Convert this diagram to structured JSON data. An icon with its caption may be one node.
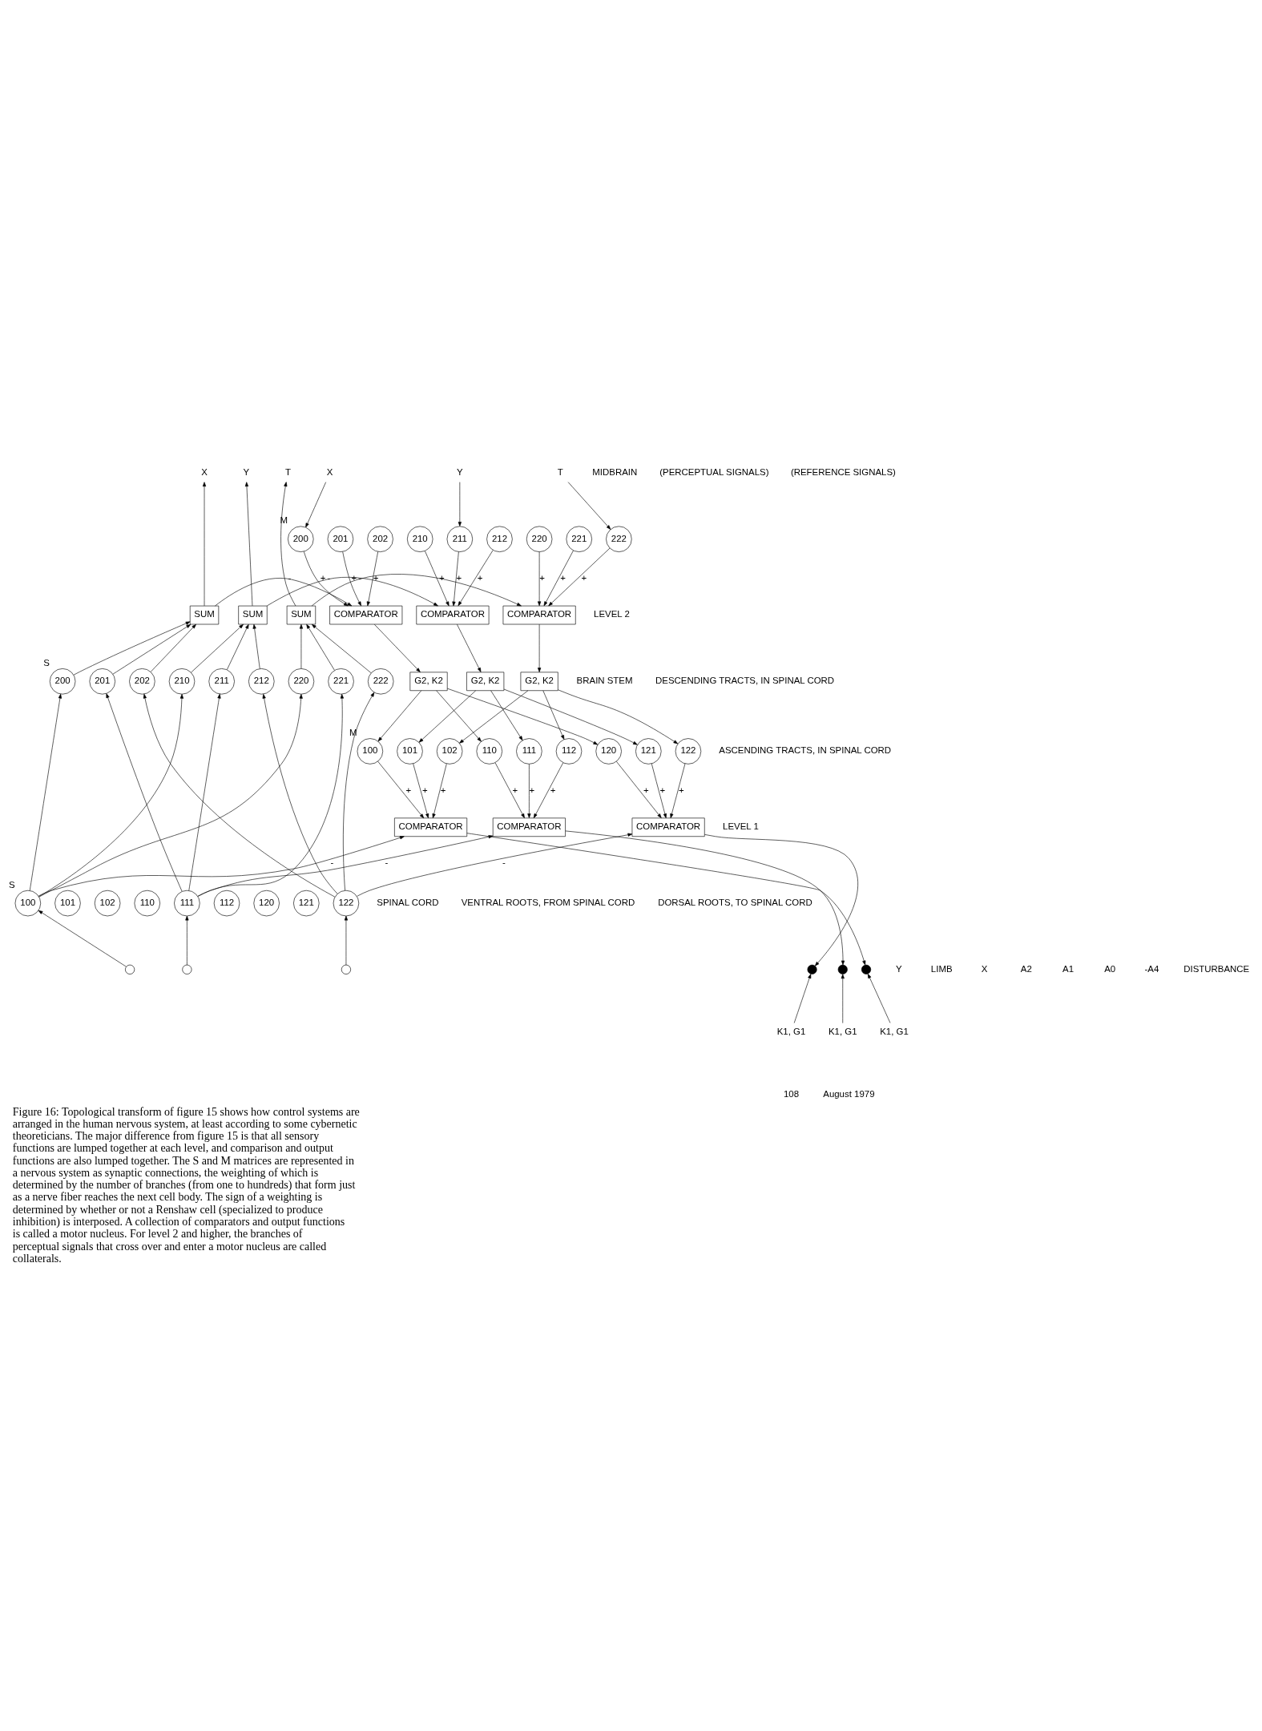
{
  "diagram": {
    "caption": "Figure 16: Topological transform of figure 15 shows how control systems are arranged in the human nervous system, at least according to some cybernetic theoreticians. The major difference from figure 15 is that all sensory functions are lumped together at each level, and comparison and output functions are also lumped together. The S and M matrices are represented in a nervous system as synaptic connections, the weighting of which is determined by the number of branches (from one to hundreds) that form just as a nerve fiber reaches the next cell body. The sign of a weighting is determined by whether or not a Renshaw cell (specialized to produce inhibition) is interposed. A collection of comparators and output functions is called a motor nucleus. For level 2 and higher, the branches of perceptual signals that cross over and enter a motor nucleus are called collaterals.",
    "nodes": [
      {
        "text": [
          "X"
        ]
      },
      {
        "text": [
          "Y"
        ]
      },
      {
        "text": [
          "T"
        ]
      },
      {
        "text": [
          "X"
        ]
      },
      {
        "text": [
          "Y"
        ]
      },
      {
        "text": [
          "T"
        ]
      },
      {
        "text": [
          "200"
        ],
        "beside": [
          "M"
        ]
      },
      {
        "text": [
          "201"
        ]
      },
      {
        "text": [
          "202"
        ]
      },
      {
        "text": [
          "210"
        ]
      },
      {
        "text": [
          "211"
        ]
      },
      {
        "text": [
          "212"
        ]
      },
      {
        "text": [
          "220"
        ]
      },
      {
        "text": [
          "221"
        ]
      },
      {
        "text": [
          "222"
        ]
      },
      {
        "text": [
          "COMPARATOR"
        ]
      },
      {
        "text": [
          "COMPARATOR"
        ]
      },
      {
        "text": [
          "COMPARATOR"
        ]
      },
      {
        "text": [
          "G2, K2"
        ]
      },
      {
        "text": [
          "G2, K2"
        ]
      },
      {
        "text": [
          "G2, K2"
        ]
      },
      {
        "text": [
          "SUM"
        ]
      },
      {
        "text": [
          "SUM"
        ]
      },
      {
        "text": [
          "SUM"
        ]
      },
      {
        "text": [
          "200"
        ],
        "beside": [
          "S"
        ]
      },
      {
        "text": [
          "201"
        ]
      },
      {
        "text": [
          "202"
        ]
      },
      {
        "text": [
          "210"
        ]
      },
      {
        "text": [
          "211"
        ]
      },
      {
        "text": [
          "212"
        ]
      },
      {
        "text": [
          "220"
        ]
      },
      {
        "text": [
          "221"
        ]
      },
      {
        "text": [
          "222"
        ]
      },
      {
        "text": [
          "100"
        ],
        "beside": [
          "M"
        ]
      },
      {
        "text": [
          "101"
        ]
      },
      {
        "text": [
          "102"
        ]
      },
      {
        "text": [
          "110"
        ]
      },
      {
        "text": [
          "111"
        ]
      },
      {
        "text": [
          "112"
        ]
      },
      {
        "text": [
          "120"
        ]
      },
      {
        "text": [
          "121"
        ]
      },
      {
        "text": [
          "122"
        ]
      },
      {
        "text": [
          "COMPARATOR"
        ]
      },
      {
        "text": [
          "COMPARATOR"
        ]
      },
      {
        "text": [
          "COMPARATOR"
        ]
      },
      {
        "text": [
          "100"
        ],
        "beside": [
          "S"
        ]
      },
      {
        "text": [
          "101"
        ]
      },
      {
        "text": [
          "102"
        ]
      },
      {
        "text": [
          "110"
        ]
      },
      {
        "text": [
          "111"
        ]
      },
      {
        "text": [
          "112"
        ]
      },
      {
        "text": [
          "120"
        ]
      },
      {
        "text": [
          "121"
        ]
      },
      {
        "text": [
          "122"
        ]
      },
      {
        "text": [],
        "shape": "circle"
      },
      {
        "text": [],
        "shape": "circle"
      },
      {
        "text": [],
        "shape": "circle"
      },
      {
        "text": [],
        "shape": "circle"
      },
      {
        "text": [],
        "shape": "circle"
      },
      {
        "text": [],
        "shape": "circle"
      },
      {
        "text": [
          "K1, G1"
        ]
      },
      {
        "text": [
          "K1, G1"
        ]
      },
      {
        "text": [
          "K1, G1"
        ]
      }
    ],
    "edges": [
      {
        "from": 21,
        "to": 0,
        "arrow": "to"
      },
      {
        "from": 22,
        "to": 1,
        "arrow": "to"
      },
      {
        "from": 23,
        "to": 2,
        "arrow": "to"
      },
      {
        "from": 3,
        "to": 6,
        "arrow": "to"
      },
      {
        "from": 4,
        "to": 10,
        "arrow": "to"
      },
      {
        "from": 5,
        "to": 14,
        "arrow": "to"
      },
      {
        "from": 6,
        "to": 15,
        "arrow": "to",
        "label": "+"
      },
      {
        "from": 7,
        "to": 15,
        "arrow": "to",
        "label": "+"
      },
      {
        "from": 8,
        "to": 15,
        "arrow": "to",
        "label": "+"
      },
      {
        "from": 9,
        "to": 16,
        "arrow": "to",
        "label": "+"
      },
      {
        "from": 10,
        "to": 16,
        "arrow": "to",
        "label": "+"
      },
      {
        "from": 11,
        "to": 16,
        "arrow": "to",
        "label": "+"
      },
      {
        "from": 12,
        "to": 17,
        "arrow": "to",
        "label": "+"
      },
      {
        "from": 13,
        "to": 17,
        "arrow": "to",
        "label": "+"
      },
      {
        "from": 14,
        "to": 17,
        "arrow": "to",
        "label": "+"
      },
      {
        "from": 21,
        "to": 15,
        "arrow": "to",
        "label": "-"
      },
      {
        "from": 22,
        "to": 16,
        "arrow": "to",
        "label": "-"
      },
      {
        "from": 23,
        "to": 17,
        "arrow": "to",
        "label": "-"
      },
      {
        "from": 15,
        "to": 18,
        "arrow": "to"
      },
      {
        "from": 16,
        "to": 19,
        "arrow": "to"
      },
      {
        "from": 17,
        "to": 20,
        "arrow": "to"
      },
      {
        "from": 24,
        "to": 21,
        "arrow": "to"
      },
      {
        "from": 25,
        "to": 21,
        "arrow": "to"
      },
      {
        "from": 26,
        "to": 21,
        "arrow": "to"
      },
      {
        "from": 27,
        "to": 22,
        "arrow": "to"
      },
      {
        "from": 28,
        "to": 22,
        "arrow": "to"
      },
      {
        "from": 29,
        "to": 22,
        "arrow": "to"
      },
      {
        "from": 30,
        "to": 23,
        "arrow": "to"
      },
      {
        "from": 31,
        "to": 23,
        "arrow": "to"
      },
      {
        "from": 32,
        "to": 23,
        "arrow": "to"
      },
      {
        "from": 18,
        "to": 33,
        "arrow": "to"
      },
      {
        "from": 18,
        "to": 36,
        "arrow": "to"
      },
      {
        "from": 18,
        "to": 39,
        "arrow": "to"
      },
      {
        "from": 19,
        "to": 34,
        "arrow": "to"
      },
      {
        "from": 19,
        "to": 37,
        "arrow": "to"
      },
      {
        "from": 19,
        "to": 40,
        "arrow": "to"
      },
      {
        "from": 20,
        "to": 35,
        "arrow": "to"
      },
      {
        "from": 20,
        "to": 38,
        "arrow": "to"
      },
      {
        "from": 20,
        "to": 41,
        "arrow": "to"
      },
      {
        "from": 33,
        "to": 42,
        "arrow": "to",
        "label": "+"
      },
      {
        "from": 34,
        "to": 42,
        "arrow": "to",
        "label": "+"
      },
      {
        "from": 35,
        "to": 42,
        "arrow": "to",
        "label": "+"
      },
      {
        "from": 36,
        "to": 43,
        "arrow": "to",
        "label": "+"
      },
      {
        "from": 37,
        "to": 43,
        "arrow": "to",
        "label": "+"
      },
      {
        "from": 38,
        "to": 43,
        "arrow": "to",
        "label": "+"
      },
      {
        "from": 39,
        "to": 44,
        "arrow": "to",
        "label": "+"
      },
      {
        "from": 40,
        "to": 44,
        "arrow": "to",
        "label": "+"
      },
      {
        "from": 41,
        "to": 44,
        "arrow": "to",
        "label": "+"
      },
      {
        "from": 45,
        "to": 42,
        "arrow": "to",
        "label": "-"
      },
      {
        "from": 49,
        "to": 43,
        "arrow": "to",
        "label": "-"
      },
      {
        "from": 53,
        "to": 44,
        "arrow": "to",
        "label": "-"
      },
      {
        "from": 45,
        "to": 24,
        "arrow": "to"
      },
      {
        "from": 45,
        "to": 27,
        "arrow": "to"
      },
      {
        "from": 45,
        "to": 30,
        "arrow": "to"
      },
      {
        "from": 49,
        "to": 25,
        "arrow": "to"
      },
      {
        "from": 49,
        "to": 28,
        "arrow": "to"
      },
      {
        "from": 49,
        "to": 31,
        "arrow": "to"
      },
      {
        "from": 53,
        "to": 26,
        "arrow": "to"
      },
      {
        "from": 53,
        "to": 29,
        "arrow": "to"
      },
      {
        "from": 53,
        "to": 32,
        "arrow": "to"
      },
      {
        "from": 42,
        "to": 59,
        "arrow": "to"
      },
      {
        "from": 43,
        "to": 58,
        "arrow": "to"
      },
      {
        "from": 44,
        "to": 57,
        "arrow": "to"
      },
      {
        "from": 54,
        "to": 45,
        "arrow": "to"
      },
      {
        "from": 55,
        "to": 49,
        "arrow": "to"
      },
      {
        "from": 56,
        "to": 53,
        "arrow": "to"
      },
      {
        "from": 60,
        "to": 57,
        "arrow": "to"
      },
      {
        "from": 61,
        "to": 58,
        "arrow": "to"
      },
      {
        "from": 62,
        "to": 59,
        "arrow": "to"
      }
    ],
    "labels": [
      "MIDBRAIN",
      "(PERCEPTUAL SIGNALS)",
      "(REFERENCE SIGNALS)",
      "LEVEL 2",
      "BRAIN STEM",
      "DESCENDING TRACTS, IN SPINAL CORD",
      "ASCENDING TRACTS, IN SPINAL CORD",
      "LEVEL 1",
      "SPINAL CORD",
      "VENTRAL ROOTS, FROM SPINAL CORD",
      "DORSAL ROOTS, TO SPINAL CORD",
      "Y",
      "LIMB",
      "X",
      "A2",
      "A1",
      "A0",
      "-A4",
      "DISTURBANCE",
      "108",
      "August 1979"
    ]
  }
}
